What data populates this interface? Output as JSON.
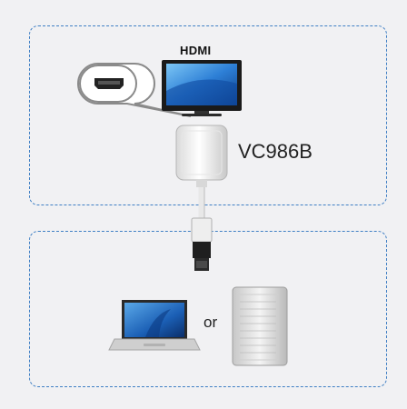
{
  "labels": {
    "hdmi": "HDMI",
    "model": "VC986B",
    "or": "or"
  },
  "colors": {
    "dashed_border": "#3f7fc4",
    "background": "#f1f1f3",
    "screen_blue": "#2d7fd6"
  },
  "icons": [
    "hdmi-port-icon",
    "tv-monitor-icon",
    "adapter-icon",
    "displayport-plug-icon",
    "laptop-icon",
    "desktop-tower-icon"
  ]
}
